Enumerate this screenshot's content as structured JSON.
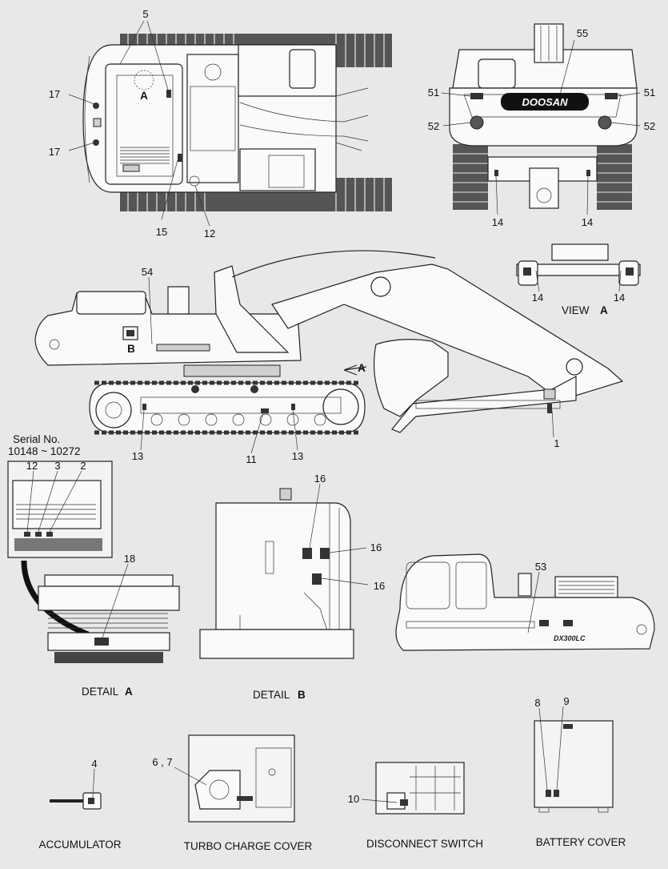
{
  "callouts": {
    "c5": "5",
    "c17a": "17",
    "c17b": "17",
    "c15": "15",
    "c12": "12",
    "cA_top": "A",
    "c55": "55",
    "c51a": "51",
    "c51b": "51",
    "c52a": "52",
    "c52b": "52",
    "c14a": "14",
    "c14b": "14",
    "c54": "54",
    "cB": "B",
    "cArrowA": "A",
    "c1": "1",
    "c11": "11",
    "c13a": "13",
    "c13b": "13",
    "c14c": "14",
    "c14d": "14",
    "c12d": "12",
    "c3": "3",
    "c2": "2",
    "c18": "18",
    "c16a": "16",
    "c16b": "16",
    "c16c": "16",
    "c53": "53",
    "c4": "4",
    "c67": "6 , 7",
    "c10": "10",
    "c8": "8",
    "c9": "9"
  },
  "brand": "DOOSAN",
  "model_badge": "DX300LC",
  "serial": {
    "line1": "Serial No.",
    "line2": "10148 ~ 10272"
  },
  "captions": {
    "view_a_prefix": "VIEW",
    "view_a_letter": "A",
    "detail_a_prefix": "DETAIL",
    "detail_a_letter": "A",
    "detail_b_prefix": "DETAIL",
    "detail_b_letter": "B",
    "accumulator": "ACCUMULATOR",
    "turbo": "TURBO CHARGE COVER",
    "disconnect": "DISCONNECT SWITCH",
    "battery": "BATTERY COVER"
  }
}
